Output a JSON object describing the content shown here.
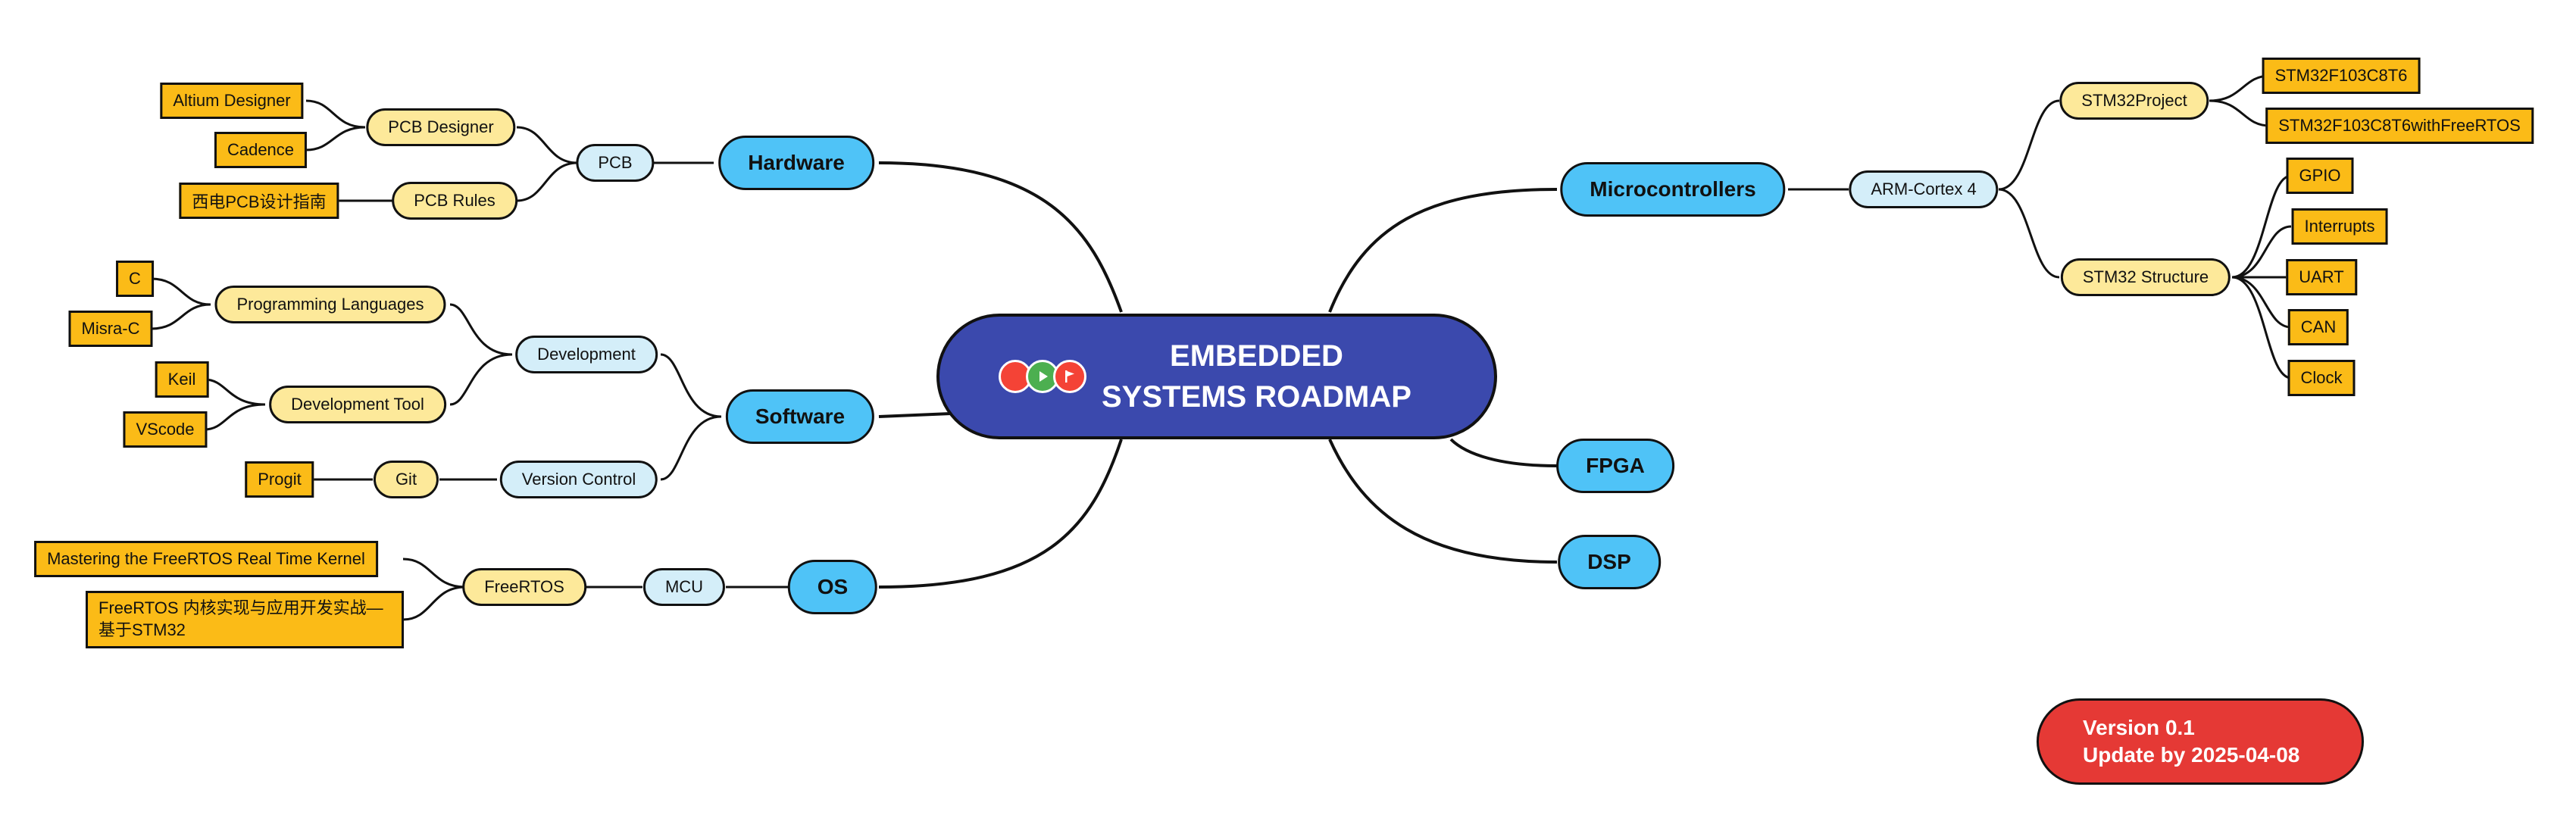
{
  "central": {
    "title_line1": "EMBEDDED",
    "title_line2": "SYSTEMS ROADMAP"
  },
  "branches": {
    "hardware": "Hardware",
    "software": "Software",
    "os": "OS",
    "microcontrollers": "Microcontrollers",
    "fpga": "FPGA",
    "dsp": "DSP"
  },
  "hardware": {
    "pcb": "PCB",
    "pcb_designer": "PCB Designer",
    "pcb_rules": "PCB Rules",
    "altium_designer": "Altium Designer",
    "cadence": "Cadence",
    "pcb_guide": "西电PCB设计指南"
  },
  "software": {
    "development": "Development",
    "programming_languages": "Programming Languages",
    "c": "C",
    "misra_c": "Misra-C",
    "development_tool": "Development Tool",
    "keil": "Keil",
    "vscode": "VScode",
    "version_control": "Version Control",
    "git": "Git",
    "progit": "Progit"
  },
  "os": {
    "mcu": "MCU",
    "freertos": "FreeRTOS",
    "book_kernel": "Mastering the FreeRTOS Real Time Kernel",
    "book_cn": "FreeRTOS 内核实现与应用开发实战—基于STM32"
  },
  "microcontrollers": {
    "arm_cortex": "ARM-Cortex 4",
    "stm32_project": "STM32Project",
    "stm32_structure": "STM32 Structure",
    "proj_1": "STM32F103C8T6",
    "proj_2": "STM32F103C8T6withFreeRTOS",
    "gpio": "GPIO",
    "interrupts": "Interrupts",
    "uart": "UART",
    "can": "CAN",
    "clock": "Clock"
  },
  "version": {
    "line1": "Version 0.1",
    "line2": "Update by 2025-04-08"
  },
  "colors": {
    "central": "#3b49ad",
    "level1": "#4fc3f7",
    "level2": "#d4eef9",
    "level3": "#fde99a",
    "leaf": "#fbbb17",
    "version_badge": "#e53935",
    "icon_red": "#f44336",
    "icon_green": "#4caf50"
  },
  "icons": [
    "red-circle-icon",
    "play-icon",
    "flag-icon"
  ]
}
